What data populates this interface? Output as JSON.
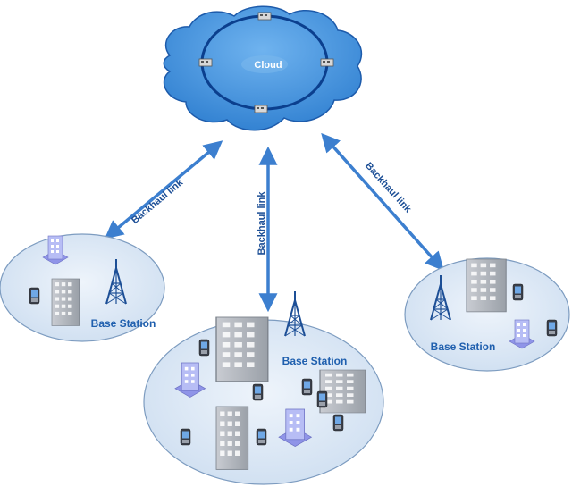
{
  "diagram": {
    "cloud": {
      "label": "Cloud"
    },
    "links": [
      {
        "label": "Backhaul link"
      },
      {
        "label": "Backhaul link"
      },
      {
        "label": "Backhaul link"
      }
    ],
    "cells": [
      {
        "label": "Base Station"
      },
      {
        "label": "Base Station"
      },
      {
        "label": "Base Station"
      }
    ],
    "colors": {
      "cloud_fill": "#3d8fdc",
      "cloud_ring": "#0b3f8e",
      "arrow": "#3c7fcf",
      "cell_fill": "#dbe8f6",
      "cell_stroke": "#7d9cc0",
      "tower": "#1d4f96",
      "label": "#1f5fae"
    }
  }
}
